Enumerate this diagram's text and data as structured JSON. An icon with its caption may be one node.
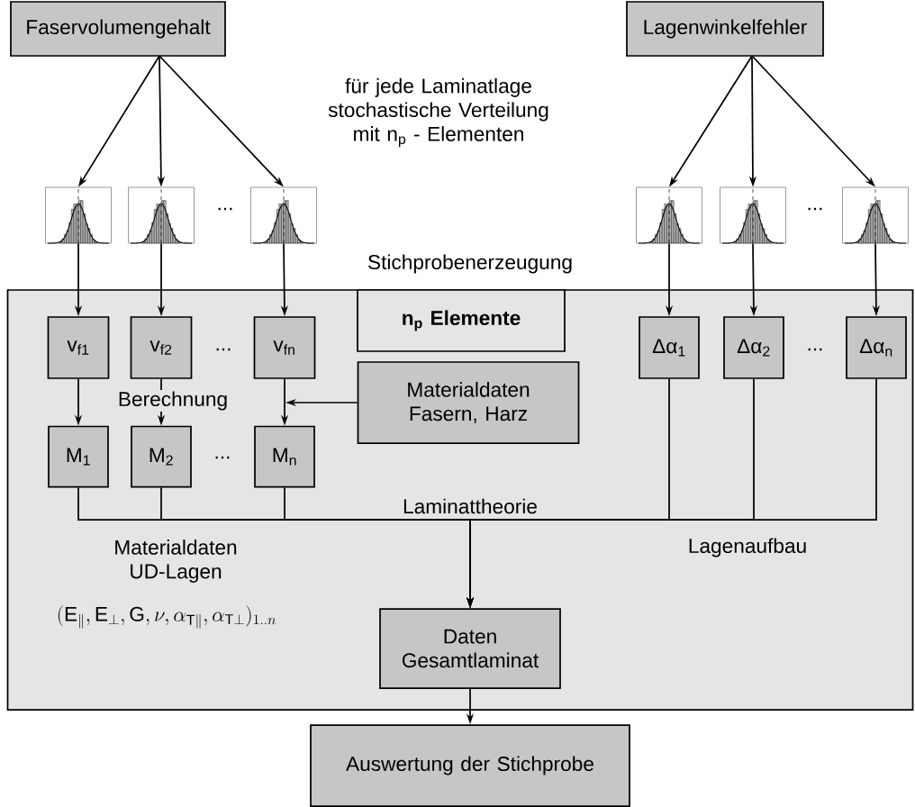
{
  "diagram": {
    "nodes": [
      {
        "text": [
          "Faservolumengehalt"
        ]
      },
      {
        "text": [
          "Lagenwinkelfehler"
        ]
      },
      {
        "text": [],
        "shape": "histogram"
      },
      {
        "text": [],
        "shape": "histogram"
      },
      {
        "text": [],
        "shape": "histogram"
      },
      {
        "text": [],
        "shape": "histogram"
      },
      {
        "text": [],
        "shape": "histogram"
      },
      {
        "text": [],
        "shape": "histogram"
      },
      {
        "text": [],
        "shape": "box"
      },
      {
        "text": [
          "n$_{p}$ Elemente"
        ],
        "in": 8
      },
      {
        "text": [
          "v$_{f1}$"
        ],
        "in": 8
      },
      {
        "text": [
          "v$_{f2}$"
        ],
        "in": 8
      },
      {
        "text": [
          "v$_{fn}$"
        ],
        "in": 8
      },
      {
        "text": [
          "Δα$_{1}$"
        ],
        "in": 8
      },
      {
        "text": [
          "Δα$_{2}$"
        ],
        "in": 8
      },
      {
        "text": [
          "Δα$_{n}$"
        ],
        "in": 8
      },
      {
        "text": [
          "Materialdaten Fasern, Harz"
        ],
        "in": 8
      },
      {
        "text": [
          "M$_{1}$"
        ],
        "in": 8
      },
      {
        "text": [
          "M$_{2}$"
        ],
        "in": 8
      },
      {
        "text": [
          "M$_{n}$"
        ],
        "in": 8
      },
      {
        "text": [
          "Daten Gesamtlaminat"
        ],
        "in": 8
      },
      {
        "text": [
          "Auswertung der Stichprobe"
        ]
      }
    ],
    "edges": [
      {
        "from": 0,
        "to": 2,
        "arrow": "to"
      },
      {
        "from": 0,
        "to": 3,
        "arrow": "to"
      },
      {
        "from": 0,
        "to": 4,
        "arrow": "to"
      },
      {
        "from": 1,
        "to": 5,
        "arrow": "to"
      },
      {
        "from": 1,
        "to": 6,
        "arrow": "to"
      },
      {
        "from": 1,
        "to": 7,
        "arrow": "to"
      },
      {
        "from": 2,
        "to": 10,
        "arrow": "to"
      },
      {
        "from": 3,
        "to": 11,
        "arrow": "to"
      },
      {
        "from": 4,
        "to": 12,
        "arrow": "to"
      },
      {
        "from": 5,
        "to": 13,
        "arrow": "to"
      },
      {
        "from": 6,
        "to": 14,
        "arrow": "to"
      },
      {
        "from": 7,
        "to": 15,
        "arrow": "to"
      },
      {
        "from": 10,
        "to": 17,
        "arrow": "to"
      },
      {
        "from": 11,
        "to": 18,
        "arrow": "to"
      },
      {
        "from": 12,
        "to": 19,
        "arrow": "to"
      },
      {
        "from": 16,
        "to": null,
        "arrow": "to"
      },
      {
        "from": 17,
        "to": 20,
        "arrow": "to"
      },
      {
        "from": 18,
        "to": 20,
        "arrow": "to"
      },
      {
        "from": 19,
        "to": 20,
        "arrow": "to"
      },
      {
        "from": 13,
        "to": 20,
        "arrow": "to"
      },
      {
        "from": 14,
        "to": 20,
        "arrow": "to"
      },
      {
        "from": 15,
        "to": 20,
        "arrow": "to"
      },
      {
        "from": 20,
        "to": 21,
        "arrow": "to"
      }
    ],
    "labels": [
      "für jede Laminatlage stochastische Verteilung mit n$_{p}$ - Elementen",
      "...",
      "...",
      "Stichprobenerzeugung",
      "...",
      "...",
      "Berechnung",
      "...",
      "Laminattheorie",
      "Materialdaten UD-Lagen",
      "Lagenaufbau",
      "(\\mathrm{E}_{\\parallel},\\mathrm{E}_{\\perp},\\mathrm{G},\\nu,\\alpha_{\\mathrm{T}\\parallel},\\alpha_{\\mathrm{T}\\perp})_{1..n}"
    ]
  }
}
